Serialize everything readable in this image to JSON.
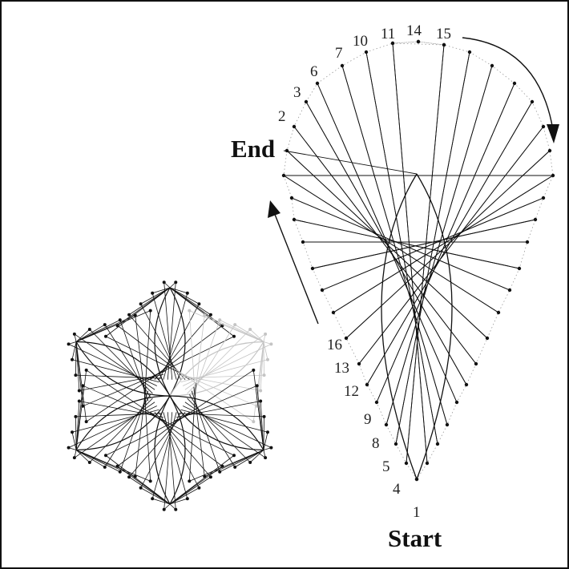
{
  "labels": {
    "start": "Start",
    "end": "End"
  },
  "point_numbers": [
    "1",
    "2",
    "3",
    "4",
    "5",
    "6",
    "7",
    "8",
    "9",
    "10",
    "11",
    "12",
    "13",
    "14",
    "15",
    "16"
  ],
  "colors": {
    "thread": "#111111",
    "faded_thread": "#c4c4c4",
    "dots": "#111111",
    "guide_dotted": "#9a9a9a"
  }
}
